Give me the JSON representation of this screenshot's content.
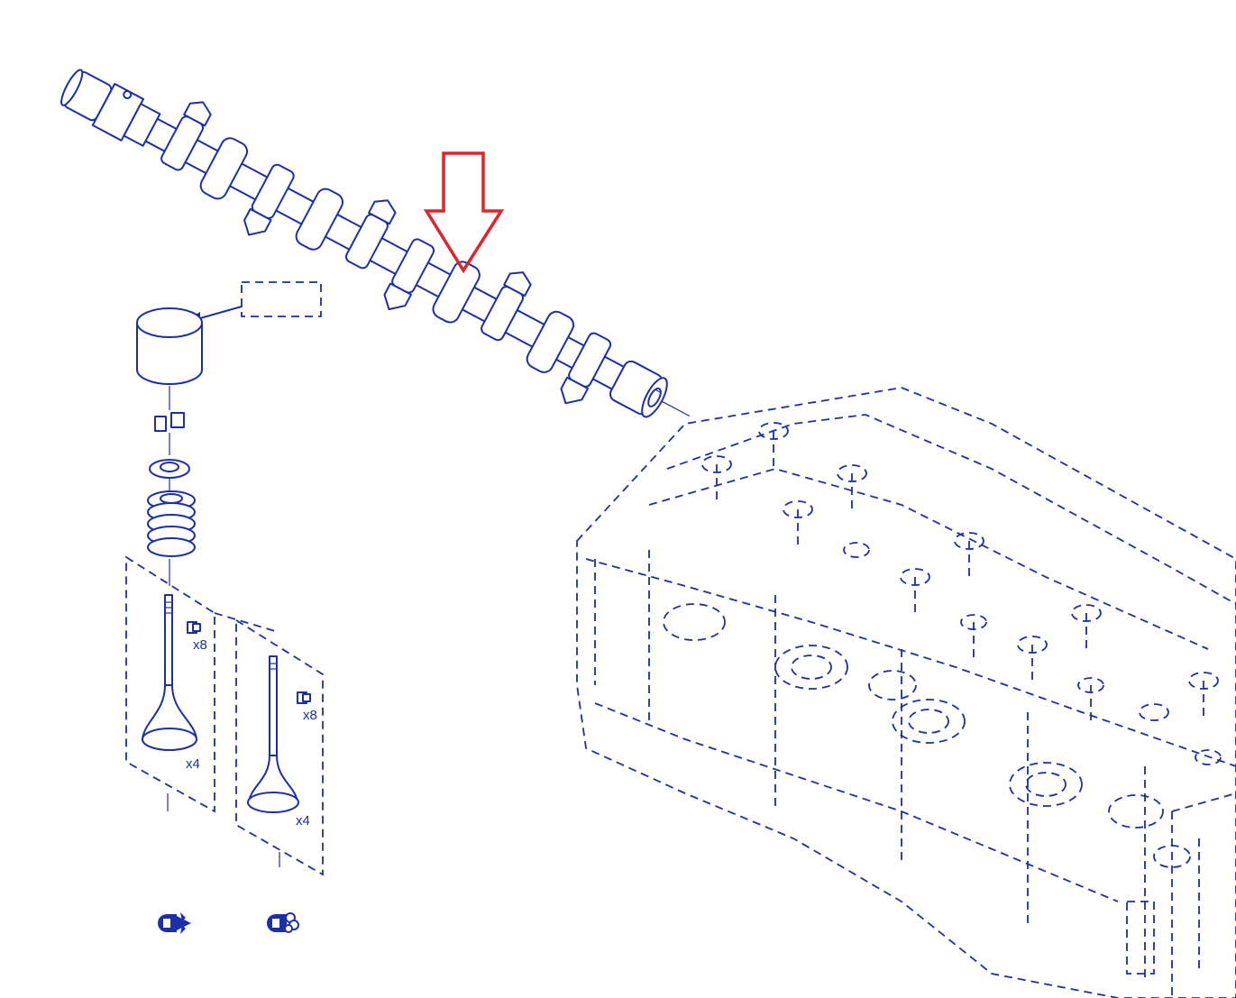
{
  "diagram": {
    "quantities": {
      "intake_cotters": "x8",
      "intake_valves": "x4",
      "exhaust_cotters": "x8",
      "exhaust_valves": "x4"
    },
    "colors": {
      "line": "#1c2fa8",
      "highlight_arrow": "#e0242c",
      "background": "#ffffff"
    },
    "icons": [
      "camshaft-diagram",
      "red-pointer-arrow-icon",
      "intake-symbol-icon",
      "exhaust-symbol-icon"
    ]
  }
}
